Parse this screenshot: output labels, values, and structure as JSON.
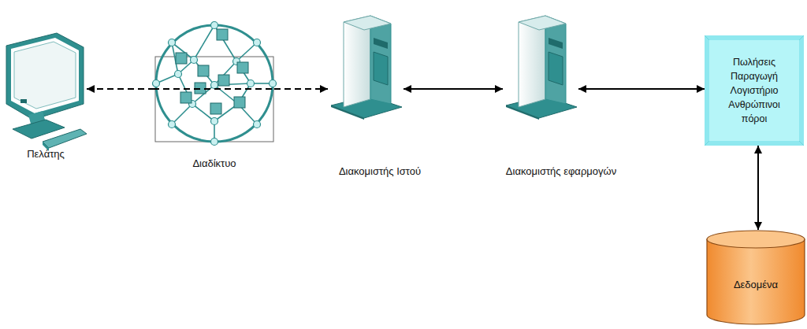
{
  "diagram": {
    "nodes": [
      {
        "text": [
          "Πελάτης"
        ]
      },
      {
        "text": [
          "Διαδίκτυο"
        ]
      },
      {
        "text": [
          "Διακομιστής Ιστού"
        ]
      },
      {
        "text": [
          "Διακομιστής εφαρμογών"
        ]
      },
      {
        "text": [
          "Πωλήσεις Παραγωγή Λογιστήριο Ανθρώπινοι πόροι"
        ]
      },
      {
        "text": [
          "Δεδομένα"
        ]
      }
    ],
    "edges": [
      {
        "from": 1,
        "to": 0,
        "arrow": "to"
      },
      {
        "from": 1,
        "to": 2,
        "arrow": "to"
      },
      {
        "from": 2,
        "to": 3,
        "arrow": "both"
      },
      {
        "from": 3,
        "to": 4,
        "arrow": "both"
      },
      {
        "from": 4,
        "to": 5,
        "arrow": "both"
      }
    ]
  }
}
